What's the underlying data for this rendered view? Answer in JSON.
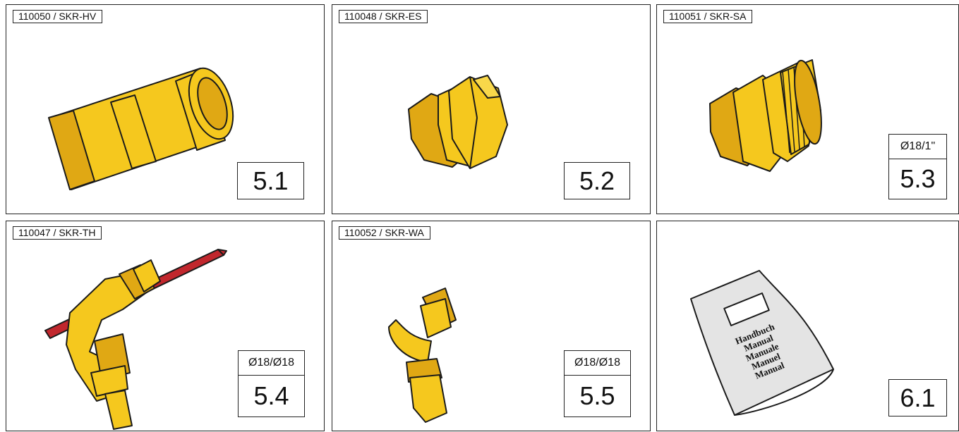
{
  "cells": [
    {
      "code": "110050 / SKR-HV",
      "number": "5.1",
      "spec": "",
      "icon": "straight-coupling-icon"
    },
    {
      "code": "110048 / SKR-ES",
      "number": "5.2",
      "spec": "",
      "icon": "end-cap-fitting-icon"
    },
    {
      "code": "110051 / SKR-SA",
      "number": "5.3",
      "spec": "Ø18/1\"",
      "icon": "threaded-adapter-icon"
    },
    {
      "code": "110047 / SKR-TH",
      "number": "5.4",
      "spec": "Ø18/Ø18",
      "icon": "t-piece-with-rod-icon"
    },
    {
      "code": "110052 / SKR-WA",
      "number": "5.5",
      "spec": "Ø18/Ø18",
      "icon": "elbow-fitting-icon"
    },
    {
      "code": "",
      "number": "6.1",
      "spec": "",
      "icon": "manual-booklet-icon"
    }
  ],
  "manual_text": [
    "Handbuch",
    "Manual",
    "Manuale",
    "Manuel",
    "Manual"
  ],
  "colors": {
    "fitting": "#F5C81E",
    "fitting_dark": "#E0A814",
    "rod": "#C1272D",
    "booklet": "#E4E4E4"
  }
}
